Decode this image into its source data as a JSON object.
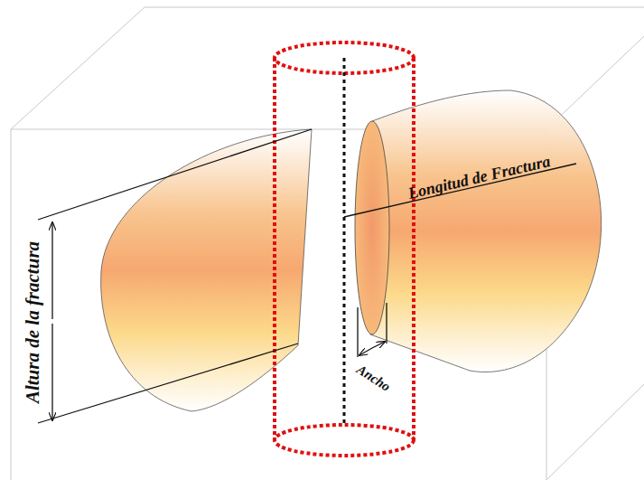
{
  "diagram": {
    "labels": [
      "Altura de la fractura",
      "Longitud de Fractura",
      "Ancho"
    ]
  }
}
